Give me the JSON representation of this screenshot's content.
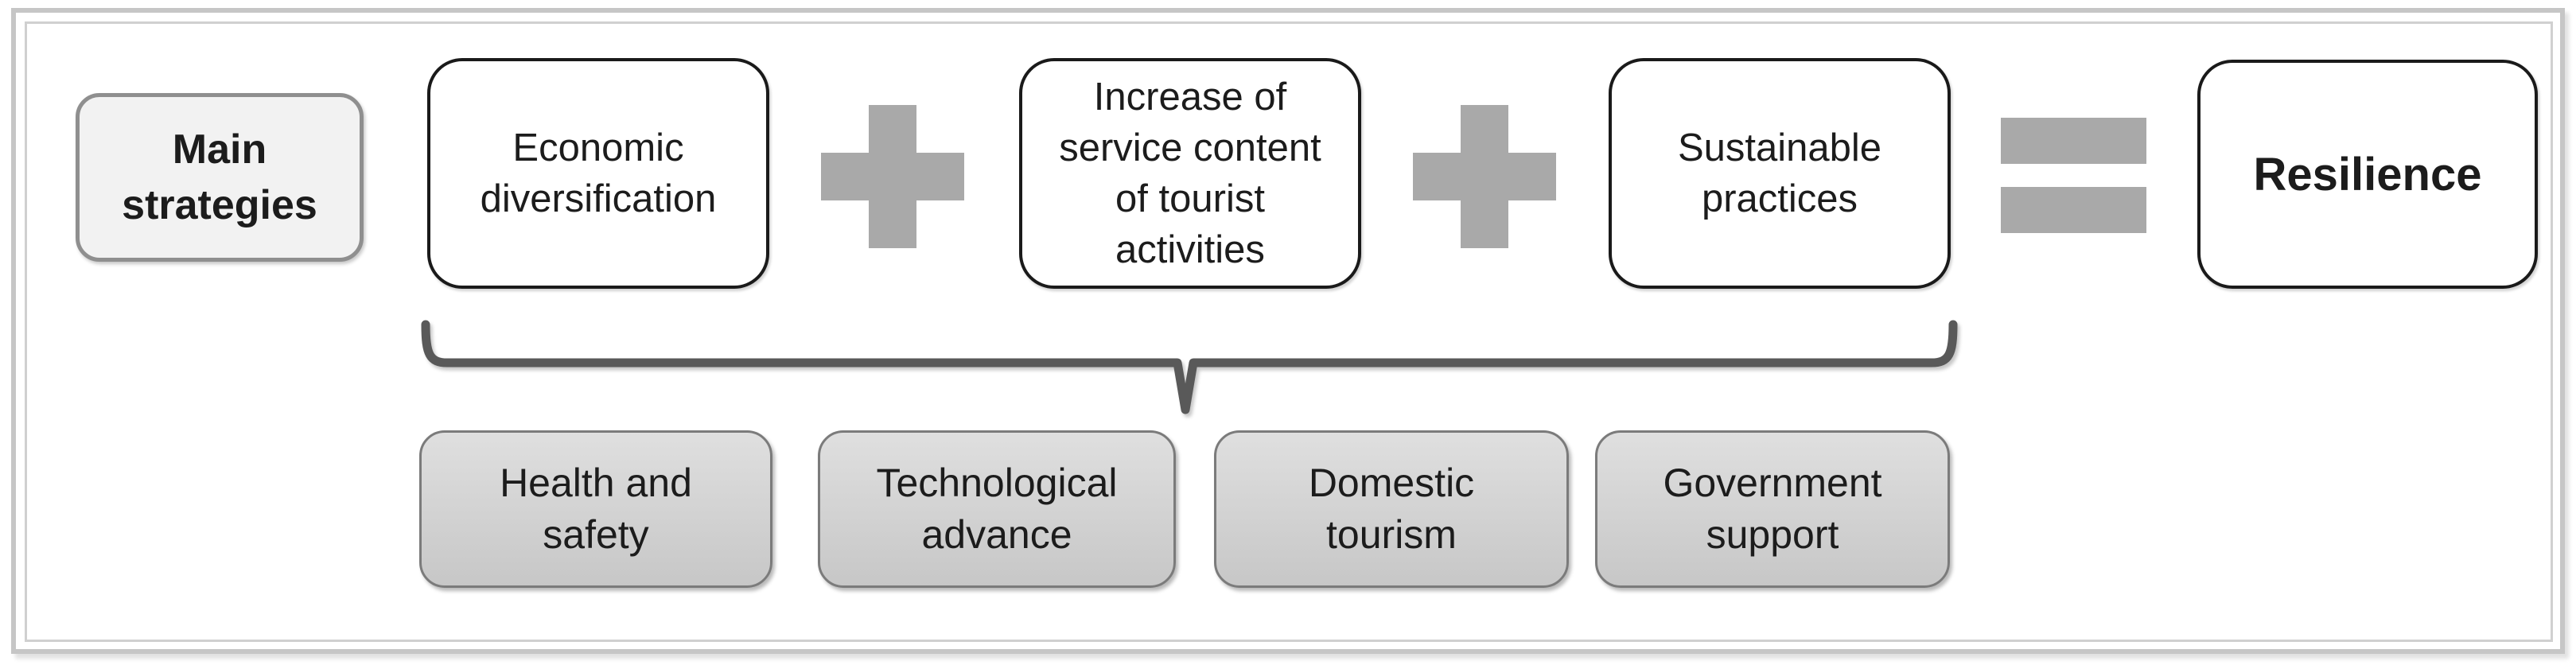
{
  "diagram": {
    "title_box": {
      "lines": [
        "Main",
        "strategies"
      ]
    },
    "equation": {
      "terms": [
        {
          "id": "economic-diversification",
          "lines": [
            "Economic",
            "diversification"
          ]
        },
        {
          "id": "service-content-increase",
          "lines": [
            "Increase of",
            "service content",
            "of tourist",
            "activities"
          ]
        },
        {
          "id": "sustainable-practices",
          "lines": [
            "Sustainable",
            "practices"
          ]
        }
      ],
      "operators": [
        {
          "icon": "plus-sign"
        },
        {
          "icon": "plus-sign"
        },
        {
          "icon": "equals-sign"
        }
      ],
      "result": {
        "lines": [
          "Resilience"
        ]
      }
    },
    "brace": {
      "icon": "curly-brace-down",
      "points_to": "supporting factors"
    },
    "factors": [
      {
        "id": "health-and-safety",
        "lines": [
          "Health and",
          "safety"
        ]
      },
      {
        "id": "technological-advance",
        "lines": [
          "Technological",
          "advance"
        ]
      },
      {
        "id": "domestic-tourism",
        "lines": [
          "Domestic",
          "tourism"
        ]
      },
      {
        "id": "government-support",
        "lines": [
          "Government",
          "support"
        ]
      }
    ],
    "colors": {
      "text": "#1c1c1c",
      "term_border": "#1a1a1a",
      "label_fill": "#f2f2f2",
      "label_border": "#8f8f8f",
      "operator_gray": "#a9a9a9",
      "brace_gray": "#595959",
      "factor_fill_top": "#dfdfdf",
      "factor_fill_bottom": "#c7c7c7",
      "factor_border": "#7b7b7b",
      "frame_border": "#c6c6c6",
      "frame_inner_border": "#d0d0d0"
    }
  }
}
